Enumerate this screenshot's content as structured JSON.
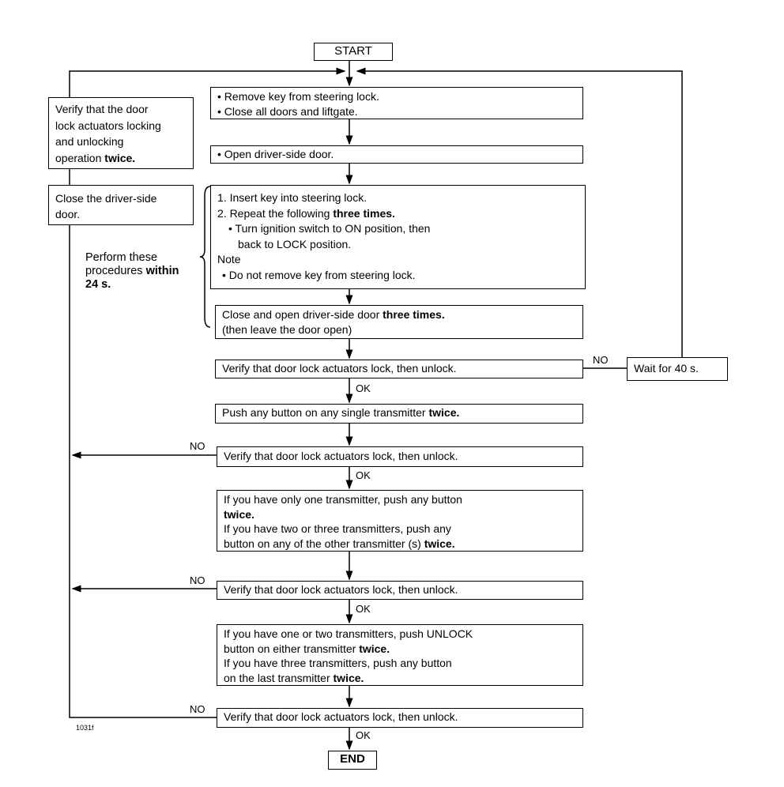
{
  "start": "START",
  "end": "END",
  "figure_code": "1031f",
  "steps": [
    {
      "id": "remove-key",
      "lines": [
        [
          {
            "t": "• Remove key from steering lock."
          }
        ],
        [
          {
            "t": "• Close all doors and liftgate."
          }
        ]
      ]
    },
    {
      "id": "open-door",
      "lines": [
        [
          {
            "t": "• Open driver-side door."
          }
        ]
      ]
    },
    {
      "id": "insert-key",
      "lines": [
        [
          {
            "t": "1. Insert key into steering lock."
          }
        ],
        [
          {
            "t": "2. Repeat the following "
          },
          {
            "t": "three times.",
            "b": true
          }
        ],
        [
          {
            "t": "• Turn ignition switch to ON position, then",
            "ind": 2
          }
        ],
        [
          {
            "t": "back to LOCK position.",
            "ind": 3
          }
        ],
        [
          {
            "t": "Note"
          }
        ],
        [
          {
            "t": "• Do not remove key from steering lock.",
            "ind": 1
          }
        ]
      ]
    },
    {
      "id": "close-open-door",
      "lines": [
        [
          {
            "t": "Close and open driver-side door "
          },
          {
            "t": "three times.",
            "b": true
          }
        ],
        [
          {
            "t": "(then leave the door open)"
          }
        ]
      ]
    },
    {
      "id": "verify-1",
      "lines": [
        [
          {
            "t": "Verify that door lock actuators lock, then unlock."
          }
        ]
      ]
    },
    {
      "id": "push-transmitter",
      "lines": [
        [
          {
            "t": "Push any button on any single transmitter "
          },
          {
            "t": "twice.",
            "b": true
          }
        ]
      ]
    },
    {
      "id": "verify-2",
      "lines": [
        [
          {
            "t": "Verify that door lock actuators lock, then unlock."
          }
        ]
      ]
    },
    {
      "id": "push-other",
      "lines": [
        [
          {
            "t": "If you have only one transmitter, push any button"
          }
        ],
        [
          {
            "t": "twice.",
            "b": true
          }
        ],
        [
          {
            "t": "If you have two or three transmitters, push any"
          }
        ],
        [
          {
            "t": "button on any of the other transmitter (s) "
          },
          {
            "t": "twice.",
            "b": true
          }
        ]
      ]
    },
    {
      "id": "verify-3",
      "lines": [
        [
          {
            "t": "Verify that door lock actuators lock, then unlock."
          }
        ]
      ]
    },
    {
      "id": "push-unlock",
      "lines": [
        [
          {
            "t": "If you have one or two transmitters, push UNLOCK"
          }
        ],
        [
          {
            "t": "button on either transmitter "
          },
          {
            "t": "twice.",
            "b": true
          }
        ],
        [
          {
            "t": "If you have three transmitters, push any button"
          }
        ],
        [
          {
            "t": "on the last transmitter "
          },
          {
            "t": "twice.",
            "b": true
          }
        ]
      ]
    },
    {
      "id": "verify-4",
      "lines": [
        [
          {
            "t": "Verify that door lock actuators lock, then unlock."
          }
        ]
      ]
    },
    {
      "id": "wait",
      "lines": [
        [
          {
            "t": "Wait for 40 s."
          }
        ]
      ]
    },
    {
      "id": "verify-twice",
      "lines": [
        [
          {
            "t": "Verify that the door"
          }
        ],
        [
          {
            "t": "lock actuators locking"
          }
        ],
        [
          {
            "t": "and unlocking"
          }
        ],
        [
          {
            "t": "operation "
          },
          {
            "t": "twice.",
            "b": true
          }
        ]
      ]
    },
    {
      "id": "close-driver-door",
      "lines": [
        [
          {
            "t": "Close the driver-side"
          }
        ],
        [
          {
            "t": "door."
          }
        ]
      ]
    }
  ],
  "time_note": [
    [
      {
        "t": "Perform these"
      }
    ],
    [
      {
        "t": "procedures "
      },
      {
        "t": "within",
        "b": true
      }
    ],
    [
      {
        "t": "24 s.",
        "b": true
      }
    ]
  ],
  "labels": {
    "no": "NO",
    "ok": "OK"
  }
}
